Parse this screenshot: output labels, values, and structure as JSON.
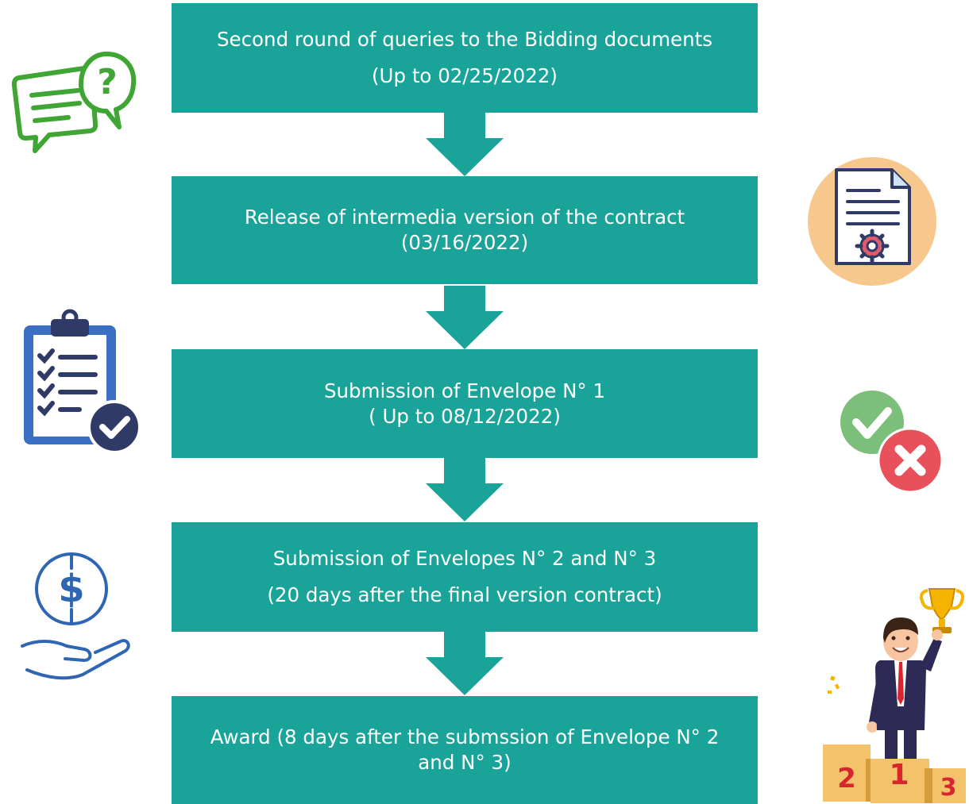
{
  "steps": [
    {
      "line1": "Second round of queries to the Bidding documents",
      "line2": "(Up to 02/25/2022)"
    },
    {
      "line1": "Release of intermedia version of the contract",
      "line2": "(03/16/2022)"
    },
    {
      "line1": "Submission of Envelope N° 1",
      "line2": "( Up to 08/12/2022)"
    },
    {
      "line1": "Submission of Envelopes N° 2 and N° 3",
      "line2": "(20 days after the final version contract)"
    },
    {
      "line1": "Award  (8 days after the submssion of Envelope N° 2",
      "line2": "and N° 3)"
    }
  ],
  "icons": {
    "podium_numbers": [
      "2",
      "1",
      "3"
    ]
  },
  "colors": {
    "step_fill": "#1aa399",
    "text": "#ffffff"
  }
}
